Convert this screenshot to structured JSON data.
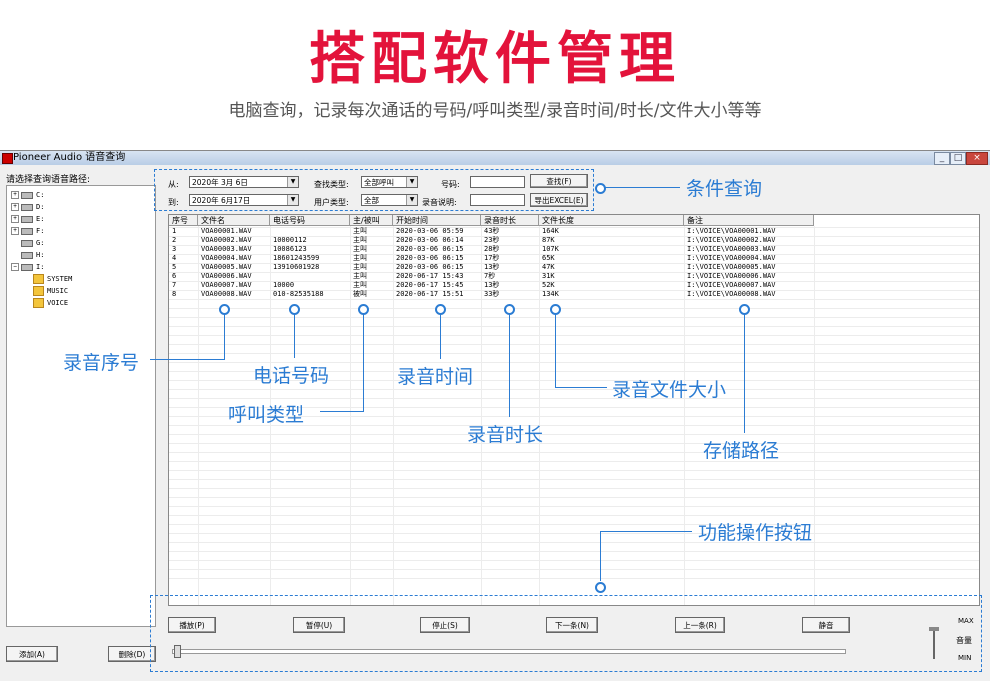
{
  "page": {
    "title": "搭配软件管理",
    "subtitle": "电脑查询，记录每次通话的号码/呼叫类型/录音时间/时长/文件大小等等"
  },
  "window": {
    "title": "Pioneer Audio 语音查询",
    "controls": [
      "_",
      "□",
      "×"
    ]
  },
  "left": {
    "label": "请选择查询语音路径:",
    "drives": [
      "C:",
      "D:",
      "E:",
      "F:",
      "G:",
      "H:",
      "I:"
    ],
    "folders": [
      "SYSTEM",
      "MUSIC",
      "VOICE"
    ],
    "add_button": "添加(A)",
    "delete_button": "删除(D)"
  },
  "filters": {
    "from_label": "从:",
    "from_value": "2020年 3月 6日",
    "to_label": "到:",
    "to_value": "2020年 6月17日",
    "search_type_label": "查找类型:",
    "search_type_value": "全部呼叫",
    "user_type_label": "用户类型:",
    "user_type_value": "全部",
    "number_label": "号码:",
    "record_note_label": "录音说明:",
    "search_button": "查找(F)",
    "export_button": "导出EXCEL(E)"
  },
  "table": {
    "columns": [
      "序号",
      "文件名",
      "电话号码",
      "主/被叫",
      "开始时间",
      "录音时长",
      "文件长度",
      "备注"
    ],
    "rows": [
      [
        "1",
        "VOA00001.WAV",
        "",
        "主叫",
        "2020-03-06 05:59",
        "43秒",
        "164K",
        "I:\\VOICE\\VOA00001.WAV"
      ],
      [
        "2",
        "VOA00002.WAV",
        "10000112",
        "主叫",
        "2020-03-06 06:14",
        "23秒",
        "87K",
        "I:\\VOICE\\VOA00002.WAV"
      ],
      [
        "3",
        "VOA00003.WAV",
        "10086123",
        "主叫",
        "2020-03-06 06:15",
        "28秒",
        "107K",
        "I:\\VOICE\\VOA00003.WAV"
      ],
      [
        "4",
        "VOA00004.WAV",
        "18601243599",
        "主叫",
        "2020-03-06 06:15",
        "17秒",
        "65K",
        "I:\\VOICE\\VOA00004.WAV"
      ],
      [
        "5",
        "VOA00005.WAV",
        "13910601928",
        "主叫",
        "2020-03-06 06:15",
        "13秒",
        "47K",
        "I:\\VOICE\\VOA00005.WAV"
      ],
      [
        "6",
        "VOA00006.WAV",
        "",
        "主叫",
        "2020-06-17 15:43",
        "7秒",
        "31K",
        "I:\\VOICE\\VOA00006.WAV"
      ],
      [
        "7",
        "VOA00007.WAV",
        "10000",
        "主叫",
        "2020-06-17 15:45",
        "13秒",
        "52K",
        "I:\\VOICE\\VOA00007.WAV"
      ],
      [
        "8",
        "VOA00008.WAV",
        "010-82535188",
        "被叫",
        "2020-06-17 15:51",
        "33秒",
        "134K",
        "I:\\VOICE\\VOA00008.WAV"
      ]
    ]
  },
  "controls": {
    "play": "播放(P)",
    "pause": "暂停(U)",
    "stop": "停止(S)",
    "next": "下一条(N)",
    "prev": "上一条(R)",
    "mute": "静音",
    "max": "MAX",
    "volume": "音量",
    "min": "MIN"
  },
  "callouts": {
    "condition": "条件查询",
    "seq": "录音序号",
    "phone": "电话号码",
    "calltype": "呼叫类型",
    "rectime": "录音时间",
    "duration": "录音时长",
    "filesize": "录音文件大小",
    "path": "存储路径",
    "buttons": "功能操作按钮"
  },
  "colors": {
    "title": "#e3133b",
    "accent": "#2b7cd3"
  }
}
